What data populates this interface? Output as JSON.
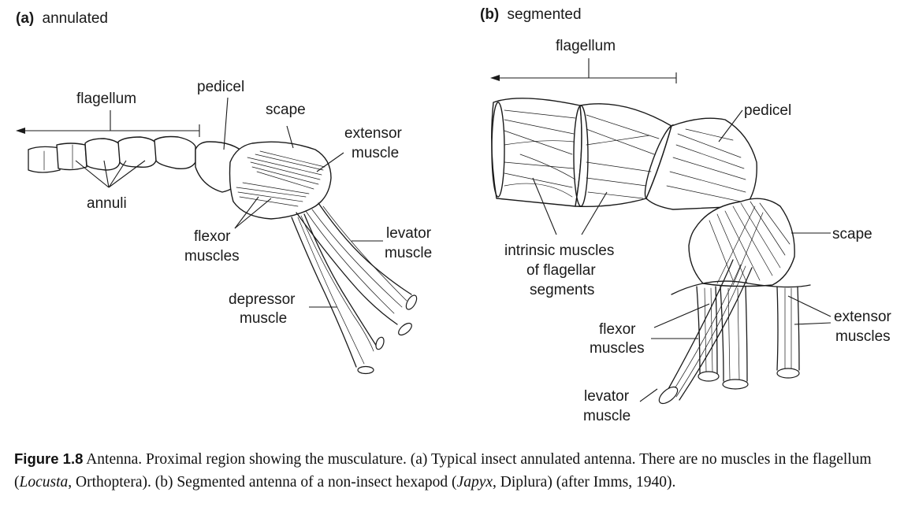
{
  "panel_a": {
    "tag": "(a)",
    "title": "annulated",
    "labels": {
      "flagellum": "flagellum",
      "pedicel": "pedicel",
      "scape": "scape",
      "extensor": "extensor",
      "extensor_2": "muscle",
      "annuli": "annuli",
      "flexor": "flexor",
      "flexor_2": "muscles",
      "levator": "levator",
      "levator_2": "muscle",
      "depressor": "depressor",
      "depressor_2": "muscle"
    }
  },
  "panel_b": {
    "tag": "(b)",
    "title": "segmented",
    "labels": {
      "flagellum": "flagellum",
      "pedicel": "pedicel",
      "scape": "scape",
      "intrinsic_1": "intrinsic muscles",
      "intrinsic_2": "of flagellar",
      "intrinsic_3": "segments",
      "flexor": "flexor",
      "flexor_2": "muscles",
      "extensor": "extensor",
      "extensor_2": "muscles",
      "levator": "levator",
      "levator_2": "muscle"
    }
  },
  "caption": {
    "figure_number": "Figure 1.8",
    "part1": " Antenna. Proximal region showing the musculature. (a) Typical insect annulated antenna. There are no muscles in the flagellum (",
    "italic1": "Locusta",
    "part2": ", Orthoptera). (b) Segmented antenna of a non-insect hexapod (",
    "italic2": "Japyx",
    "part3": ", Diplura) (after Imms, 1940)."
  }
}
